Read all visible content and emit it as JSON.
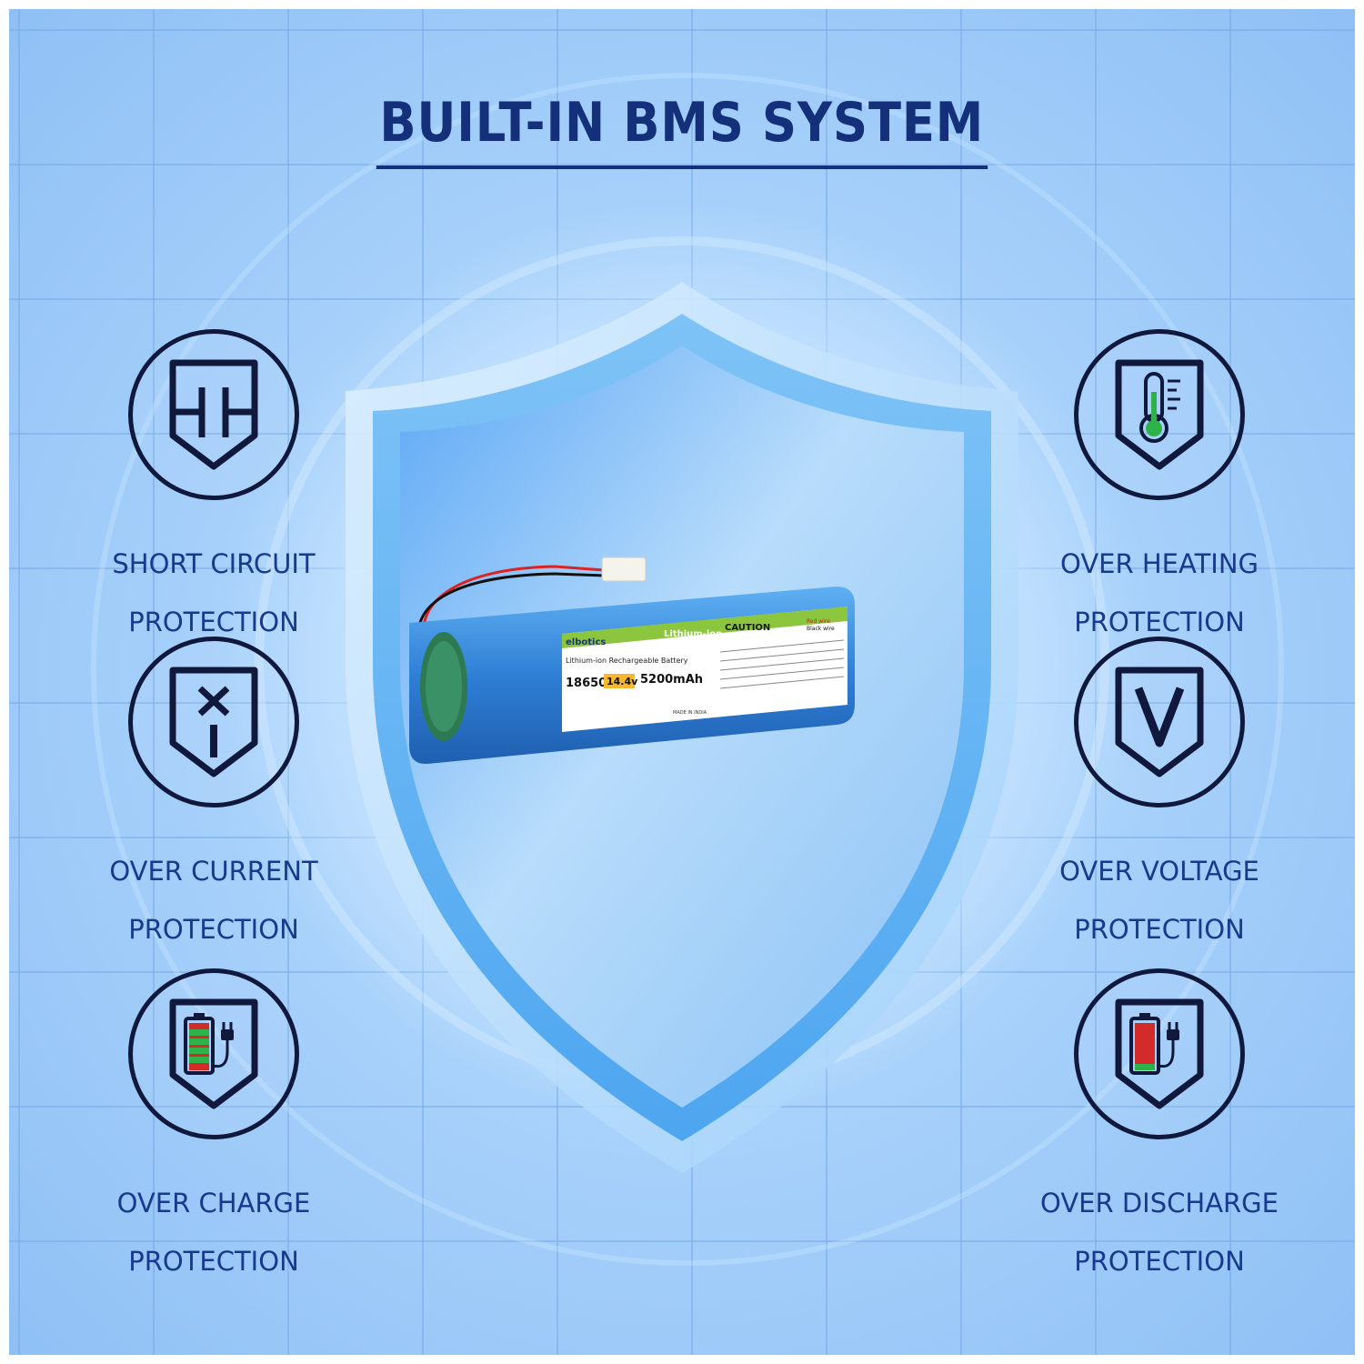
{
  "title": "BUILT-IN BMS SYSTEM",
  "features": {
    "short_circuit": {
      "line1": "SHORT CIRCUIT",
      "line2": "PROTECTION",
      "icon": "short-circuit-icon"
    },
    "over_current": {
      "line1": "OVER CURRENT",
      "line2": "PROTECTION",
      "icon": "over-current-icon"
    },
    "over_charge": {
      "line1": "OVER CHARGE",
      "line2": "PROTECTION",
      "icon": "over-charge-icon"
    },
    "over_heating": {
      "line1": "OVER HEATING",
      "line2": "PROTECTION",
      "icon": "thermometer-icon"
    },
    "over_voltage": {
      "line1": "OVER VOLTAGE",
      "line2": "PROTECTION",
      "icon": "voltage-icon"
    },
    "over_discharge": {
      "line1": "OVER DISCHARGE",
      "line2": "PROTECTION",
      "icon": "over-discharge-icon"
    }
  },
  "battery_label": {
    "brand": "elbotics",
    "chemistry": "Lithium-ion",
    "type": "Lithium-ion Rechargeable Battery",
    "cell": "18650",
    "voltage": "14.4v",
    "capacity": "5200mAh",
    "caution": "CAUTION",
    "red_wire": "Red wire",
    "black_wire": "Black wire",
    "made_in": "MADE IN INDIA"
  },
  "colors": {
    "title": "#15307a",
    "label": "#173a8c",
    "icon_stroke": "#10183c",
    "battery_blue": "#2f7fd6",
    "label_green": "#8cc63f",
    "charge_green": "#2db34a",
    "discharge_red": "#d32a2a"
  }
}
